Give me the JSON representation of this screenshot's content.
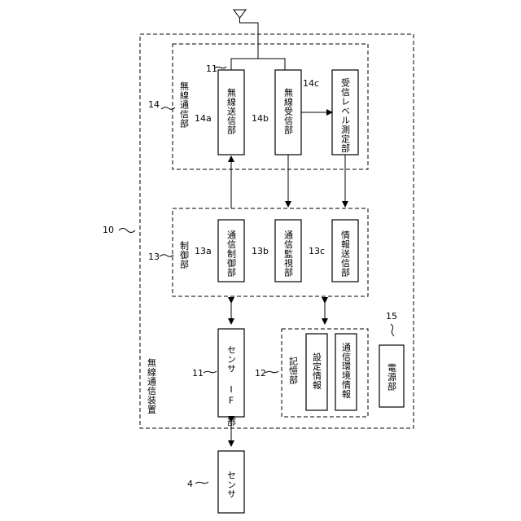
{
  "device": {
    "title": "無線通信装置",
    "ref": "10"
  },
  "wireless": {
    "title": "無線通信部",
    "ref": "14",
    "antenna_ref": "11",
    "tx": {
      "label": "無線送信部",
      "ref": "14a"
    },
    "rx": {
      "label": "無線受信部",
      "ref": "14b"
    },
    "level": {
      "label": "受信レベル測定部",
      "ref": "14c"
    }
  },
  "control": {
    "title": "制御部",
    "ref": "13",
    "comm": {
      "label": "通信制御部",
      "ref": "13a"
    },
    "monitor": {
      "label": "通信監視部",
      "ref": "13b"
    },
    "info": {
      "label": "情報送信部",
      "ref": "13c"
    }
  },
  "sensor_if": {
    "label": "センサ IF 部",
    "ref": "11"
  },
  "storage": {
    "title": "記憶部",
    "ref": "12",
    "settings": "設定情報",
    "env": "通信環境情報"
  },
  "power": {
    "label": "電源部",
    "ref": "15"
  },
  "sensor": {
    "label": "センサ",
    "ref": "4"
  }
}
